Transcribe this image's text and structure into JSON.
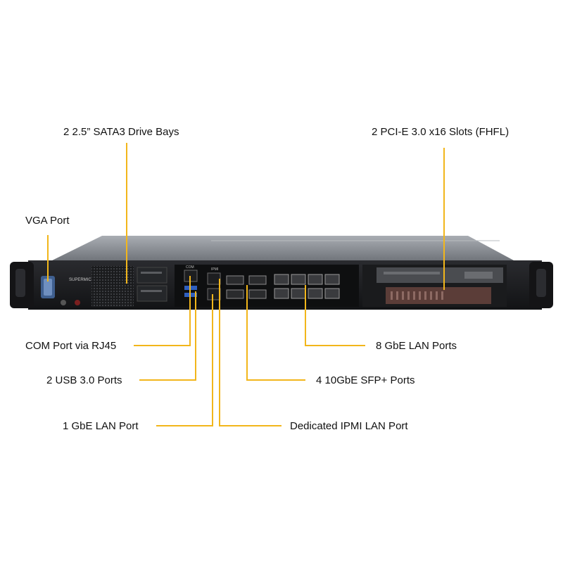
{
  "brand": {
    "logo_text": "SUPERMICRO"
  },
  "port_marks": {
    "com": "COM",
    "ipmi": "IPMI"
  },
  "callouts": {
    "drive_bays": "2 2.5” SATA3 Drive Bays",
    "pcie_slots": "2 PCI-E 3.0 x16 Slots (FHFL)",
    "vga_port": "VGA Port",
    "com_port": "COM Port via RJ45",
    "usb_ports": "2 USB 3.0 Ports",
    "gbe_lan": "1 GbE LAN Port",
    "lan_8": "8 GbE LAN Ports",
    "sfp_ports": "4 10GbE SFP+ Ports",
    "ipmi_port": "Dedicated IPMI LAN Port"
  },
  "colors": {
    "leader": "#f2b61b",
    "chassis_top": "#8a8e94",
    "chassis_face": "#1c1d20",
    "label_text": "#111111"
  }
}
